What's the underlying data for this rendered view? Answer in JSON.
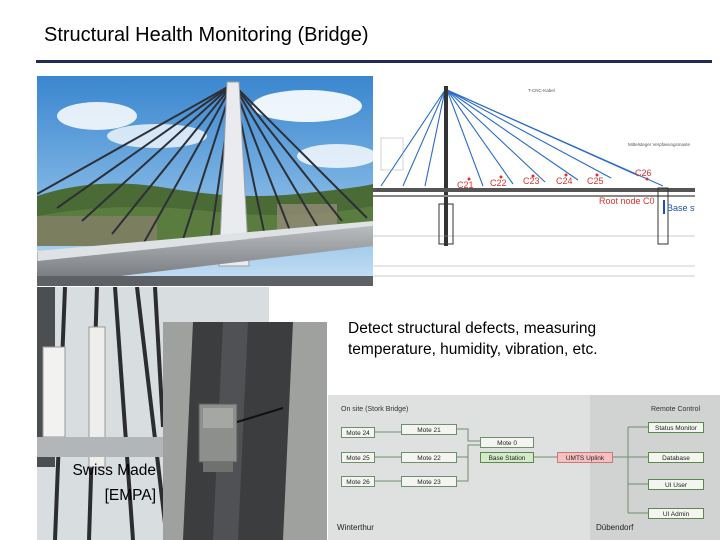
{
  "slide": {
    "title": "Structural Health Monitoring (Bridge)",
    "description": "Detect structural defects, measuring temperature, humidity, vibration, etc.",
    "caption_line1": "Swiss Made",
    "caption_line2": "[EMPA]"
  },
  "drawing": {
    "label_top": "T-CNC-Kabel",
    "label_right": "Mittelsteger Verpfaeungsmaste",
    "nodes": [
      "C21",
      "C22",
      "C23",
      "C24",
      "C25",
      "C26"
    ],
    "root_label": "Root node C0",
    "base_label": "Base station"
  },
  "network": {
    "onsite_label": "On site (Stork Bridge)",
    "remote_label": "Remote Control",
    "motes": {
      "m24": "Mote 24",
      "m21": "Mote 21",
      "m0": "Mote 0",
      "m25": "Mote 25",
      "m22": "Mote 22",
      "m26": "Mote 26",
      "m23": "Mote 23"
    },
    "base_station": "Base Station",
    "umts": "UMTS Uplink",
    "remote_nodes": [
      "Status Monitor",
      "Database",
      "UI User",
      "UI Admin"
    ],
    "footer_left": "Winterthur",
    "footer_right": "Dübendorf"
  },
  "colors": {
    "rule": "#1f2a55",
    "annotation_red": "#d9342b",
    "base_station_blue": "#1d4fb8",
    "drawing_cable_blue": "#2a6cc7"
  }
}
